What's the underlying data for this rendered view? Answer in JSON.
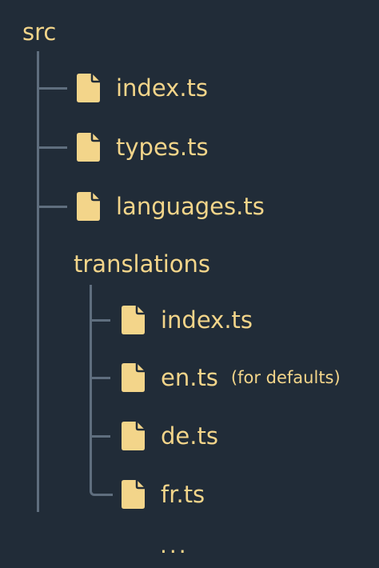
{
  "root": {
    "label": "src",
    "files": [
      {
        "name": "index.ts"
      },
      {
        "name": "types.ts"
      },
      {
        "name": "languages.ts"
      }
    ]
  },
  "translations": {
    "label": "translations",
    "files": [
      {
        "name": "index.ts",
        "note": ""
      },
      {
        "name": "en.ts",
        "note": "(for defaults)"
      },
      {
        "name": "de.ts",
        "note": ""
      },
      {
        "name": "fr.ts",
        "note": ""
      }
    ],
    "more": "..."
  },
  "colors": {
    "background": "#212c38",
    "text": "#f3d58a",
    "icon": "#f3d58a",
    "tree_line": "#5f6e7e"
  },
  "icons": {
    "file": "file-icon"
  }
}
